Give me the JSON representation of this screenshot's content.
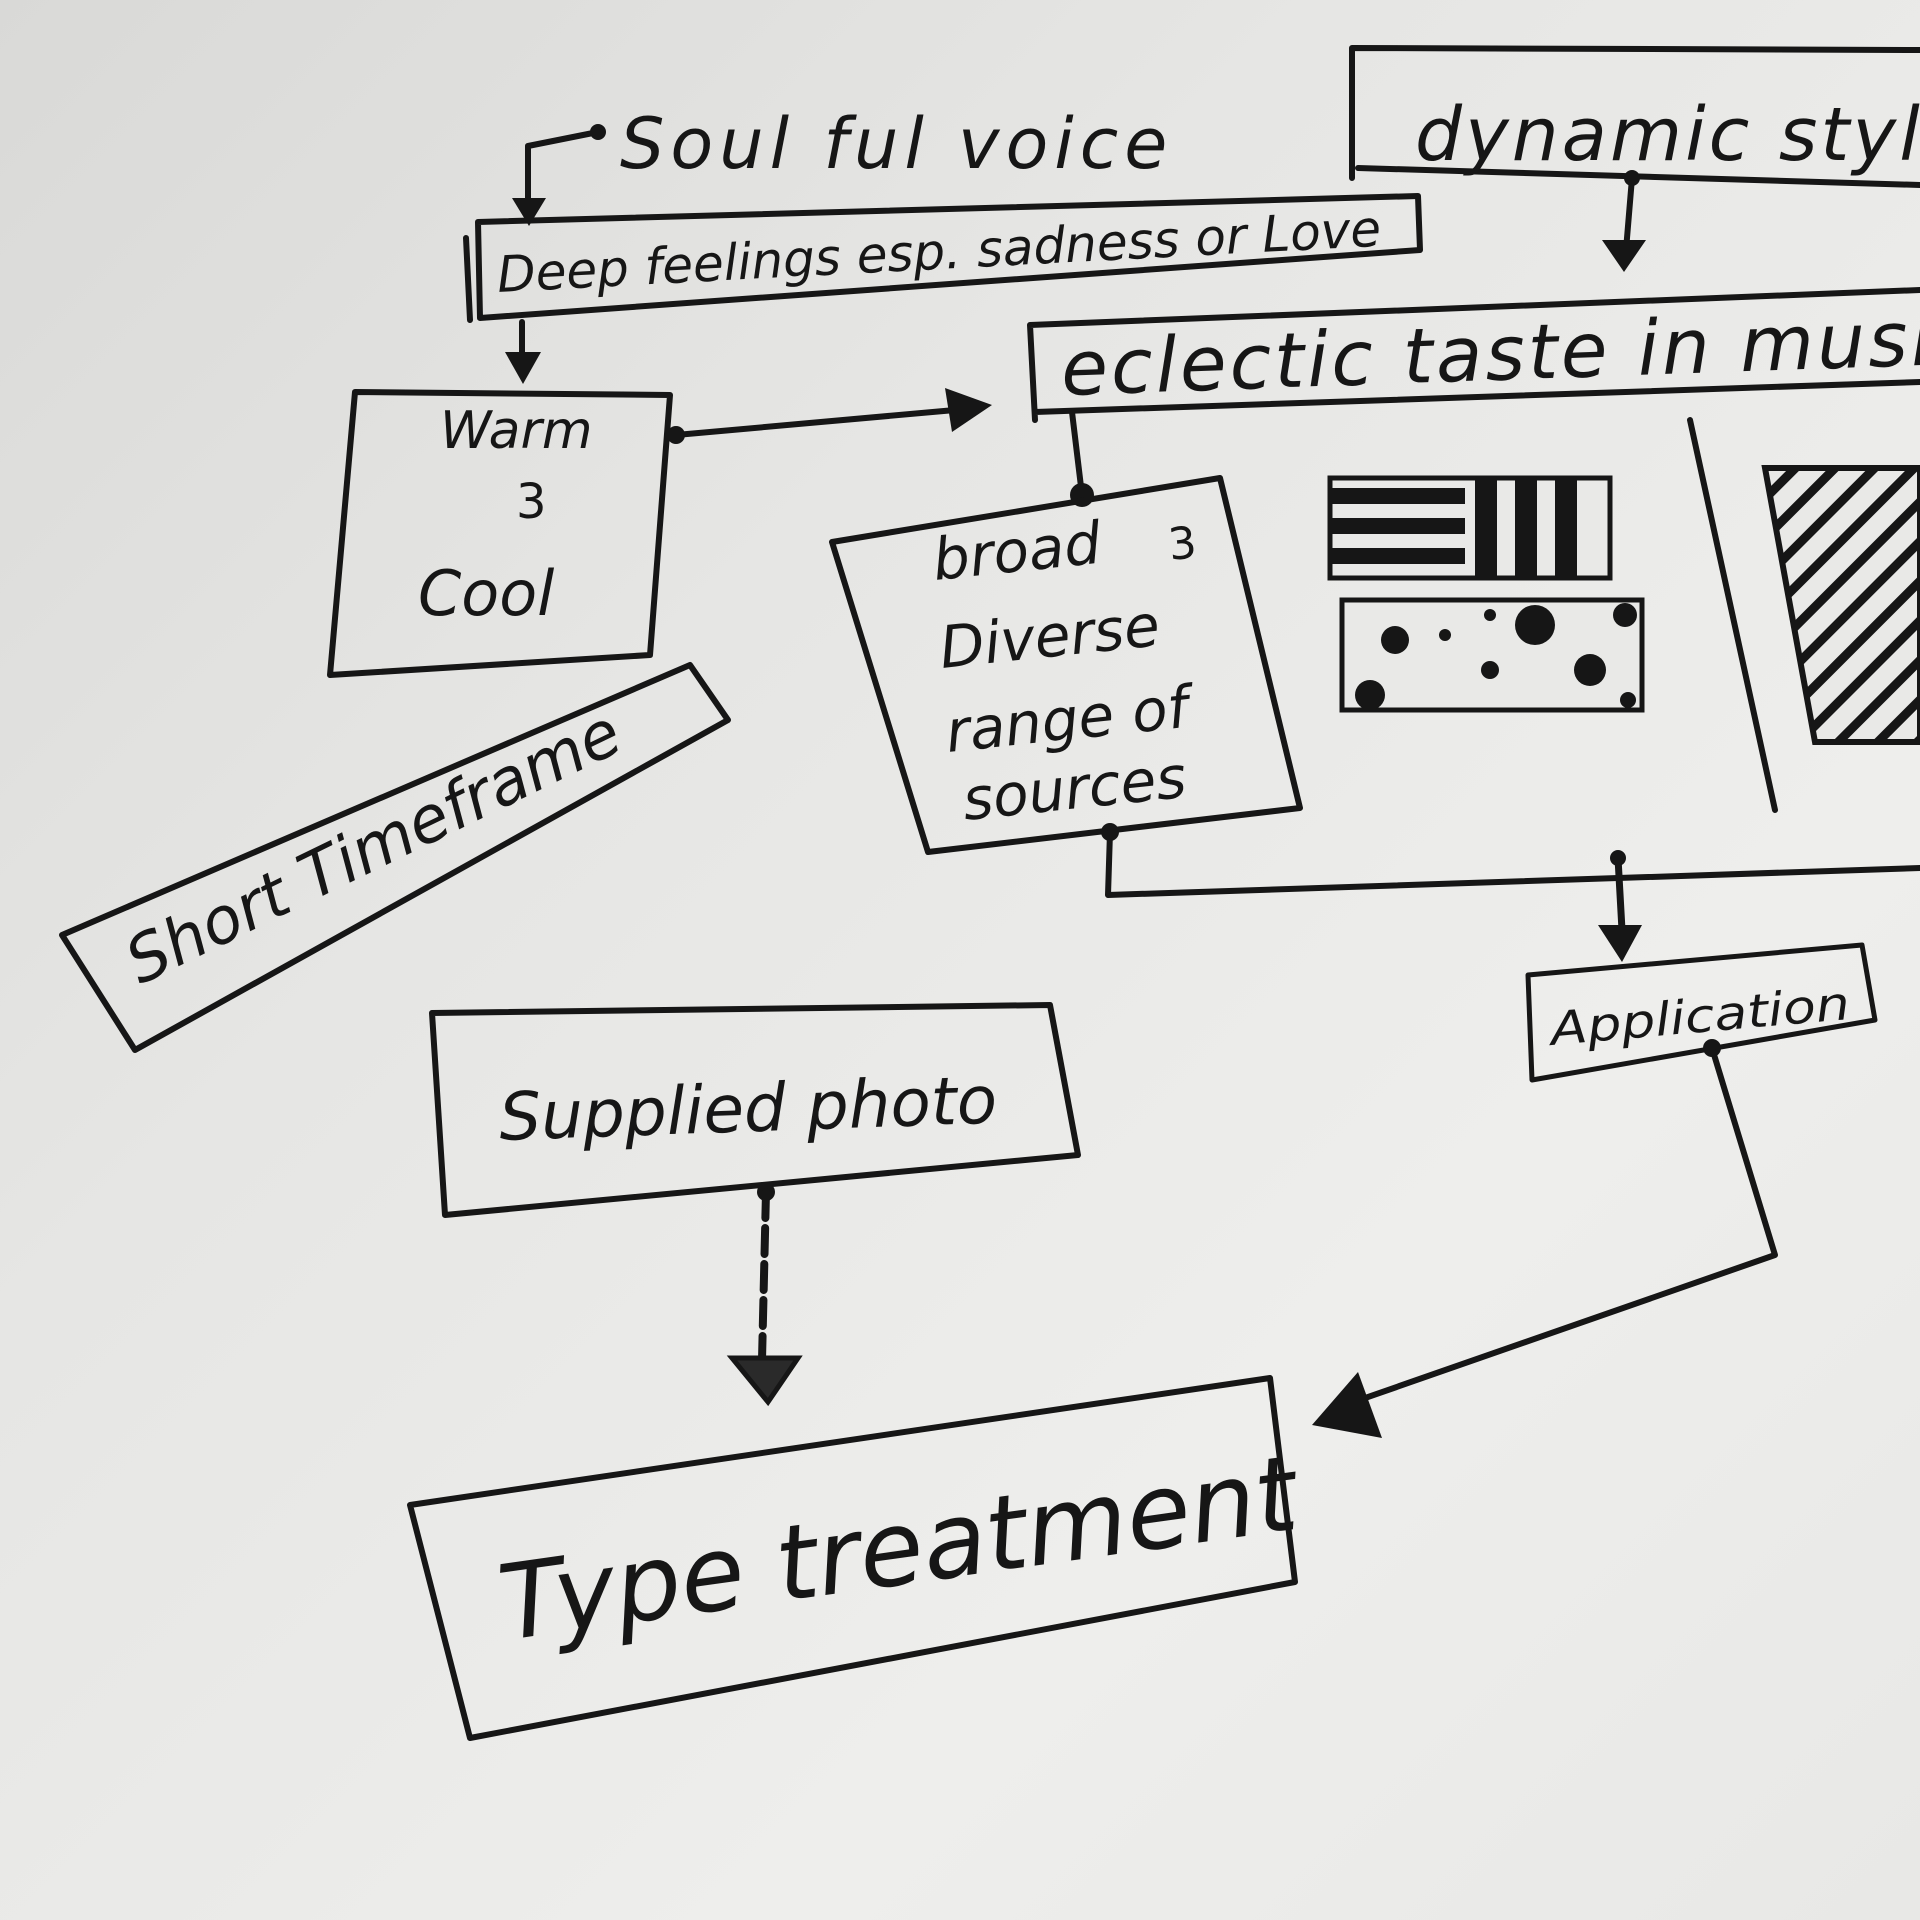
{
  "diagram": {
    "nodes": {
      "soulful_voice": "Soul ful voice",
      "dynamic_style": "dynamic style",
      "deep_feelings": "Deep feelings esp. sadness or Love",
      "eclectic_taste": "eclectic taste in music",
      "warm_cool": {
        "line1": "Warm",
        "line2": "3",
        "line3": "Cool"
      },
      "short_timeframe": "Short Timeframe",
      "broad_diverse": {
        "line1": "broad",
        "line1_suffix": "3",
        "line2": "Diverse",
        "line3": "range of",
        "line4": "sources"
      },
      "application": "Application",
      "supplied_photo": "Supplied photo",
      "type_treatment": "Type treatment"
    },
    "swatches": [
      "stripes-pattern",
      "dots-pattern",
      "diagonal-hatch-pattern"
    ],
    "colors": {
      "ink": "#161616",
      "paper": "#e9e9e7"
    }
  }
}
